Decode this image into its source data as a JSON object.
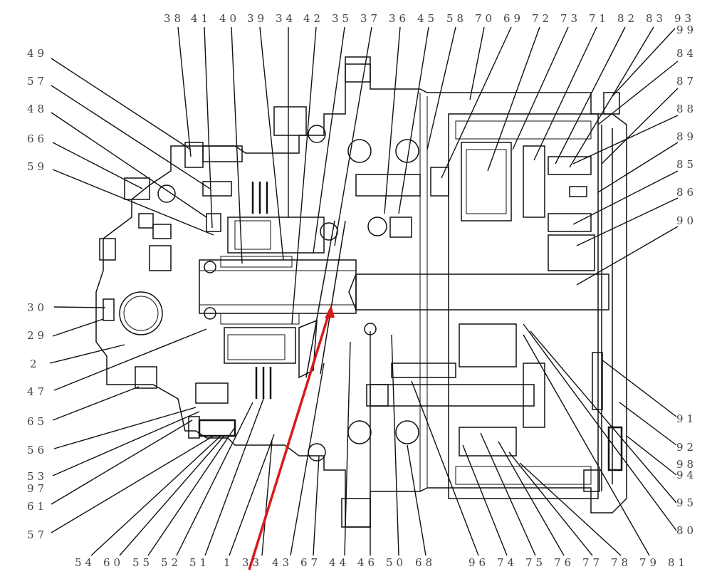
{
  "diagram": {
    "title": "",
    "type": "sectional parts drawing (travel motor / final drive)",
    "accent_color": "#d61a1a",
    "callouts": {
      "top": [
        "38",
        "41",
        "40",
        "39",
        "34",
        "42",
        "35",
        "37",
        "36",
        "45",
        "58",
        "70",
        "69",
        "72",
        "73",
        "71",
        "82",
        "83",
        "93"
      ],
      "top_right_extra": [
        "99"
      ],
      "left": [
        "49",
        "57",
        "48",
        "66",
        "59",
        "30",
        "29",
        "2",
        "47",
        "65",
        "56",
        "53",
        "97",
        "61",
        "57"
      ],
      "right": [
        "84",
        "87",
        "88",
        "89",
        "85",
        "86",
        "90",
        "91",
        "92",
        "98",
        "94",
        "95",
        "80"
      ],
      "bottom": [
        "54",
        "60",
        "55",
        "52",
        "51",
        "1",
        "33",
        "43",
        "67",
        "44",
        "46",
        "50",
        "68",
        "96",
        "74",
        "75",
        "76",
        "77",
        "78",
        "79",
        "81"
      ]
    },
    "highlight": {
      "description": "red arrow pointing from part 33 label toward shaft region",
      "target_label": "33",
      "color": "#d61a1a"
    }
  }
}
